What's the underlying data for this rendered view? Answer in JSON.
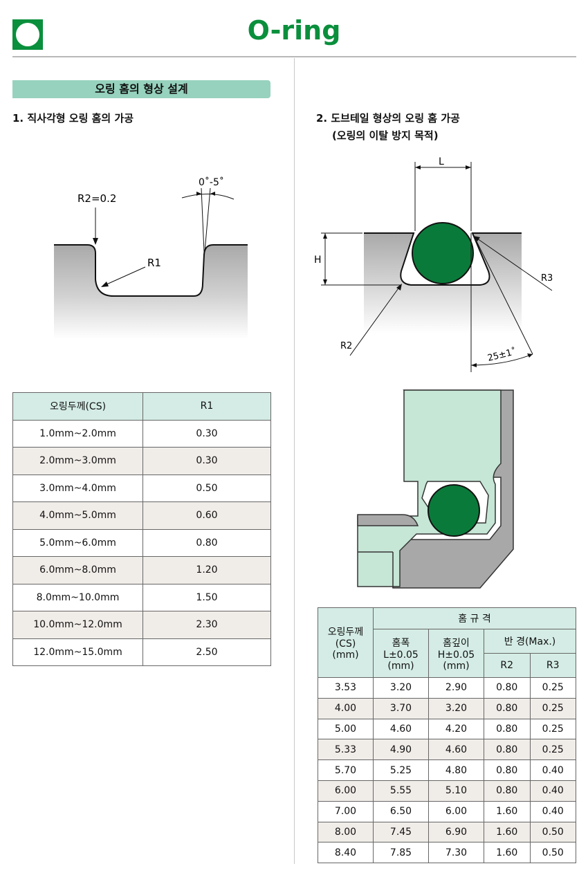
{
  "title": "O-ring",
  "banner": "오링 홈의 형상 설계",
  "section1": {
    "heading": "1. 직사각형 오링 홈의 가공"
  },
  "section2": {
    "heading_line1": "2. 도브테일 형상의 오링 홈 가공",
    "heading_line2": "(오링의 이탈 방지 목적)"
  },
  "diagram1": {
    "angle_label": "0˚-5˚",
    "r2_label": "R2=0.2",
    "r1_label": "R1"
  },
  "diagram2": {
    "l_label": "L",
    "h_label": "H",
    "r3_label": "R3",
    "r2_label": "R2",
    "angle_label": "25±1˚"
  },
  "colors": {
    "brand_green": "#0a8f3c",
    "banner": "#96d2bd",
    "header_bg": "#d4ece5",
    "alt_row": "#f0ece8",
    "oring": "#0a7a3a",
    "housing": "#c6e6d6",
    "metal": "#a8a8a8"
  },
  "table1": {
    "header_cs": "오링두께(CS)",
    "header_r1": "R1",
    "rows": [
      {
        "cs": "1.0mm~2.0mm",
        "r1": "0.30"
      },
      {
        "cs": "2.0mm~3.0mm",
        "r1": "0.30"
      },
      {
        "cs": "3.0mm~4.0mm",
        "r1": "0.50"
      },
      {
        "cs": "4.0mm~5.0mm",
        "r1": "0.60"
      },
      {
        "cs": "5.0mm~6.0mm",
        "r1": "0.80"
      },
      {
        "cs": "6.0mm~8.0mm",
        "r1": "1.20"
      },
      {
        "cs": "8.0mm~10.0mm",
        "r1": "1.50"
      },
      {
        "cs": "10.0mm~12.0mm",
        "r1": "2.30"
      },
      {
        "cs": "12.0mm~15.0mm",
        "r1": "2.50"
      }
    ]
  },
  "table2": {
    "h_cs_1": "오링두께",
    "h_cs_2": "(CS)",
    "h_cs_3": "(mm)",
    "h_spec": "홈  규  격",
    "h_width_1": "홈폭",
    "h_width_2": "L±0.05",
    "h_width_3": "(mm)",
    "h_depth_1": "홈깊이",
    "h_depth_2": "H±0.05",
    "h_depth_3": "(mm)",
    "h_radius": "반 경(Max.)",
    "h_r2": "R2",
    "h_r3": "R3",
    "rows": [
      {
        "cs": "3.53",
        "l": "3.20",
        "h": "2.90",
        "r2": "0.80",
        "r3": "0.25"
      },
      {
        "cs": "4.00",
        "l": "3.70",
        "h": "3.20",
        "r2": "0.80",
        "r3": "0.25"
      },
      {
        "cs": "5.00",
        "l": "4.60",
        "h": "4.20",
        "r2": "0.80",
        "r3": "0.25"
      },
      {
        "cs": "5.33",
        "l": "4.90",
        "h": "4.60",
        "r2": "0.80",
        "r3": "0.25"
      },
      {
        "cs": "5.70",
        "l": "5.25",
        "h": "4.80",
        "r2": "0.80",
        "r3": "0.40"
      },
      {
        "cs": "6.00",
        "l": "5.55",
        "h": "5.10",
        "r2": "0.80",
        "r3": "0.40"
      },
      {
        "cs": "7.00",
        "l": "6.50",
        "h": "6.00",
        "r2": "1.60",
        "r3": "0.40"
      },
      {
        "cs": "8.00",
        "l": "7.45",
        "h": "6.90",
        "r2": "1.60",
        "r3": "0.50"
      },
      {
        "cs": "8.40",
        "l": "7.85",
        "h": "7.30",
        "r2": "1.60",
        "r3": "0.50"
      }
    ]
  }
}
